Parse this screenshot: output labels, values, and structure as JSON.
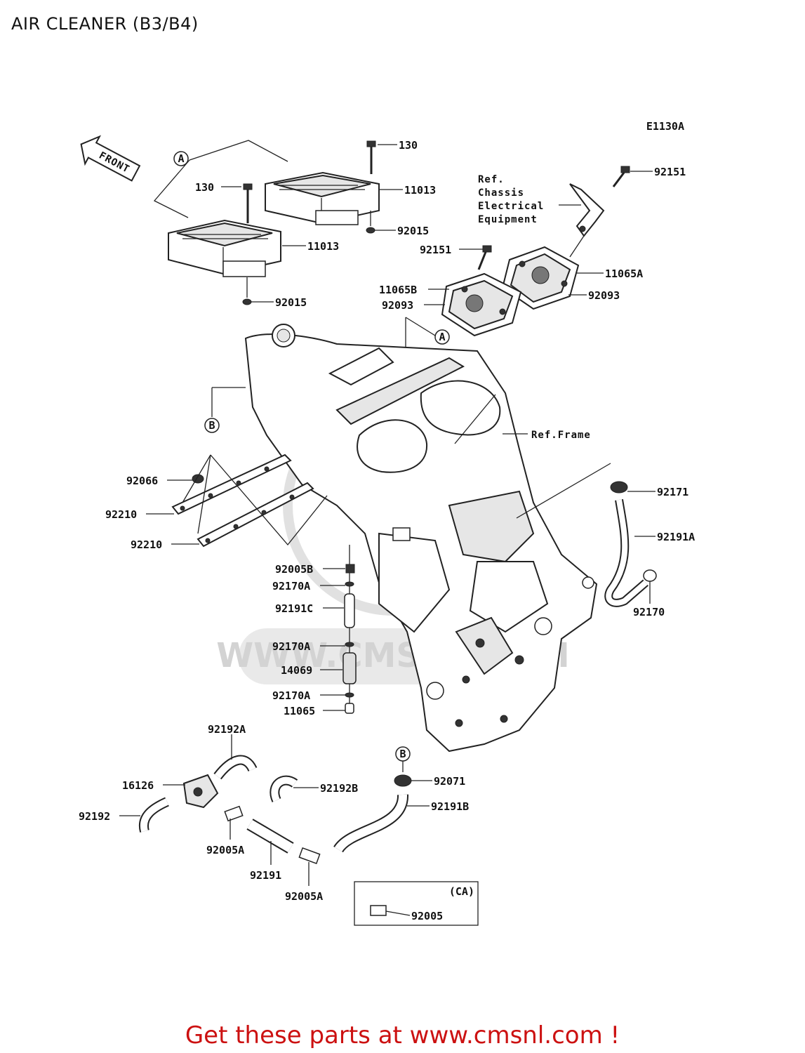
{
  "title": "AIR CLEANER (B3/B4)",
  "diagram_code": "E1130A",
  "front_label": "FRONT",
  "callouts": {
    "a": "A",
    "b": "B"
  },
  "ref_chassis": [
    "Ref.",
    "Chassis",
    "Electrical",
    "Equipment"
  ],
  "ref_frame": "Ref.Frame",
  "ca_label": "(CA)",
  "watermark": "WWW.CMSNL.COM",
  "parts": {
    "p130_top": "130",
    "p130_left": "130",
    "p11013_top": "11013",
    "p11013_left": "11013",
    "p92015_top": "92015",
    "p92015_left": "92015",
    "p92151_top": "92151",
    "p92151_mid": "92151",
    "p11065A": "11065A",
    "p11065B": "11065B",
    "p92093_right": "92093",
    "p92093_left": "92093",
    "p92066": "92066",
    "p92210_a": "92210",
    "p92210_b": "92210",
    "p92171": "92171",
    "p92191A": "92191A",
    "p92170": "92170",
    "p92005B": "92005B",
    "p92170A_1": "92170A",
    "p92191C": "92191C",
    "p92170A_2": "92170A",
    "p14069": "14069",
    "p92170A_3": "92170A",
    "p11065": "11065",
    "p92192A": "92192A",
    "p16126": "16126",
    "p92192B": "92192B",
    "p92192": "92192",
    "p92005A_1": "92005A",
    "p92191": "92191",
    "p92005A_2": "92005A",
    "p92071": "92071",
    "p92191B": "92191B",
    "p92005": "92005"
  },
  "footer": "Get these parts at www.cmsnl.com !"
}
